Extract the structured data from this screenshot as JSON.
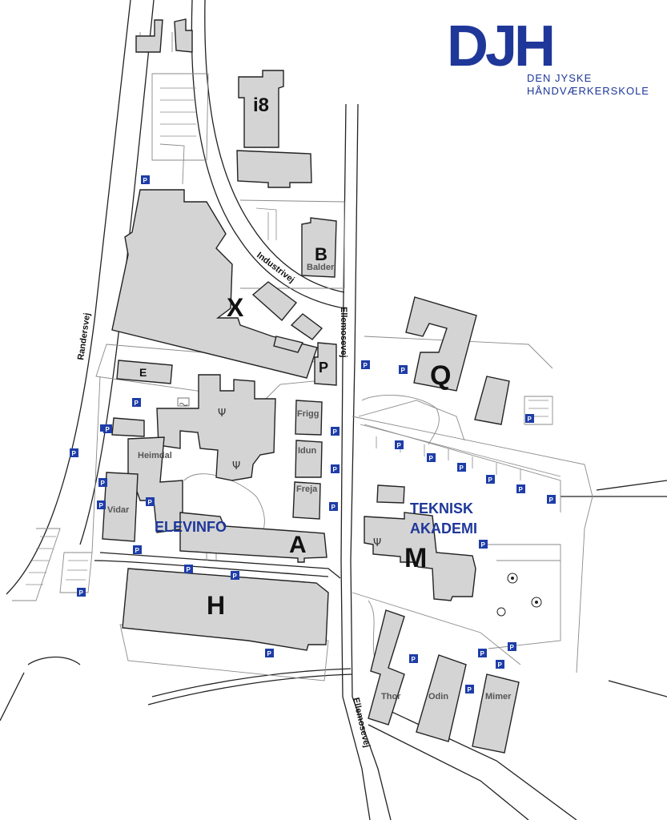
{
  "brand": {
    "mark": "DJH",
    "name_line1": "DEN JYSKE",
    "name_line2": "HÅNDVÆRKERSKOLE",
    "color": "#1e3799"
  },
  "colors": {
    "building_fill": "#d4d4d4",
    "outline": "#222222",
    "minor_lines": "#8a8a8a",
    "parking_sign": "#1e3da8",
    "highlight_label": "#1e3799"
  },
  "roads": {
    "randersvej": "Randersvej",
    "industrivej": "Industrivej",
    "ellemosevej": "Ellemosevej"
  },
  "buildings": {
    "i8": "i8",
    "x": "X",
    "b": "B",
    "balder": "Balder",
    "p": "P",
    "q": "Q",
    "e": "E",
    "frigg": "Frigg",
    "idun": "Idun",
    "freja": "Freja",
    "heimdal": "Heimdal",
    "vidar": "Vidar",
    "a": "A",
    "m": "M",
    "h": "H",
    "thor": "Thor",
    "odin": "Odin",
    "mimer": "Mimer"
  },
  "highlights": {
    "elevinfo": "ELEVINFO",
    "teknisk": "TEKNISK",
    "akademi": "AKADEMI"
  },
  "parking_symbol": "P",
  "icons": [
    "parking-icon",
    "restaurant-icon",
    "pool-icon",
    "roundabout-icon",
    "info-icon"
  ]
}
